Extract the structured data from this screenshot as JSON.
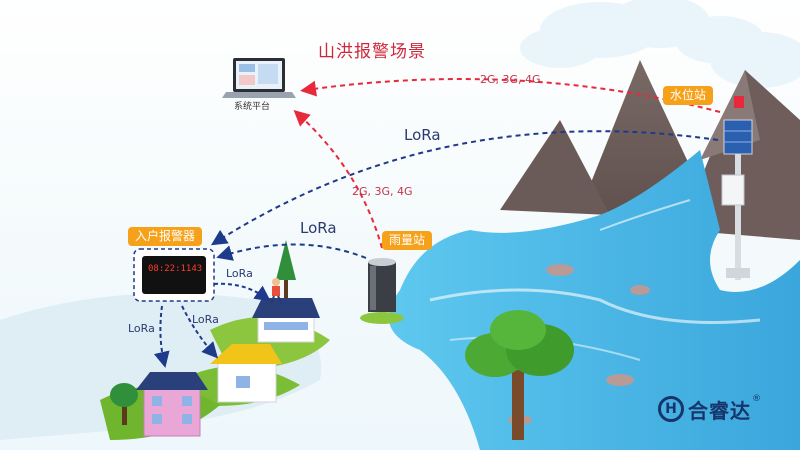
{
  "title": "山洪报警场景",
  "platform": {
    "label": "系统平台",
    "icon": "laptop-icon"
  },
  "stations": {
    "water_level": {
      "label": "水位站"
    },
    "rain_gauge": {
      "label": "雨量站"
    },
    "home_alarm": {
      "label": "入户报警器",
      "clock": "08:22:1143"
    }
  },
  "links": {
    "water_to_platform": "2G, 3G, 4G",
    "rain_to_platform": "2G, 3G, 4G",
    "water_to_alarm": "LoRa",
    "rain_to_alarm": "LoRa",
    "alarm_to_person": "LoRa",
    "alarm_to_house_left": "LoRa",
    "alarm_to_house_right": "LoRa"
  },
  "brand": {
    "logo_letter": "H",
    "name": "合睿达",
    "reg": "®"
  },
  "colors": {
    "cellular": "#e8293b",
    "lora": "#1e3a8a",
    "tag": "#f6a11a",
    "water": "#3bb8e6",
    "brand": "#17346b"
  }
}
